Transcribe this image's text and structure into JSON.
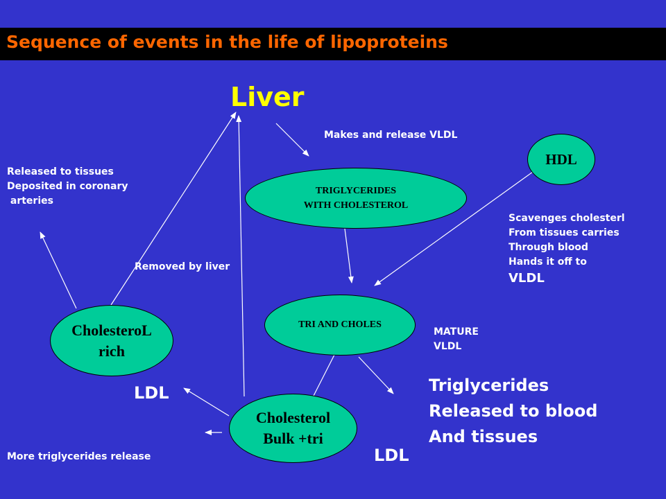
{
  "title": "Sequence of events in the life of lipoproteins",
  "nodes": {
    "liver": "Liver",
    "hdl": "HDL",
    "triglycerides_line1": "TRIGLYCERIDES",
    "triglycerides_line2": "WITH CHOLESTEROL",
    "tri_and_choles": "TRI AND CHOLES",
    "cholesterol_rich_line1": "CholesteroL",
    "cholesterol_rich_line2": "rich",
    "cholesterol_bulk_line1": "Cholesterol",
    "cholesterol_bulk_line2": "Bulk +tri"
  },
  "labels": {
    "makes_release_vldl": "Makes and release VLDL",
    "released_tissues": [
      "Released to tissues",
      "Deposited in coronary",
      " arteries"
    ],
    "scavenges": [
      "Scavenges cholesterl",
      "From tissues carries",
      "Through blood",
      "Hands it off to"
    ],
    "scavenges_vldl": "VLDL",
    "removed_by_liver": "Removed by liver",
    "mature_vldl": [
      "MATURE",
      "VLDL"
    ],
    "ldl_left": "LDL",
    "ldl_bottom": "LDL",
    "triglycerides_released": [
      "Triglycerides",
      "Released to blood",
      "And tissues"
    ],
    "more_triglycerides": "More triglycerides release"
  },
  "colors": {
    "background": "#3333cc",
    "title_bar": "#000000",
    "title_text": "#ff6600",
    "liver_text": "#ffff00",
    "ellipse_fill": "#00cc99",
    "label_text": "#ffffff"
  }
}
